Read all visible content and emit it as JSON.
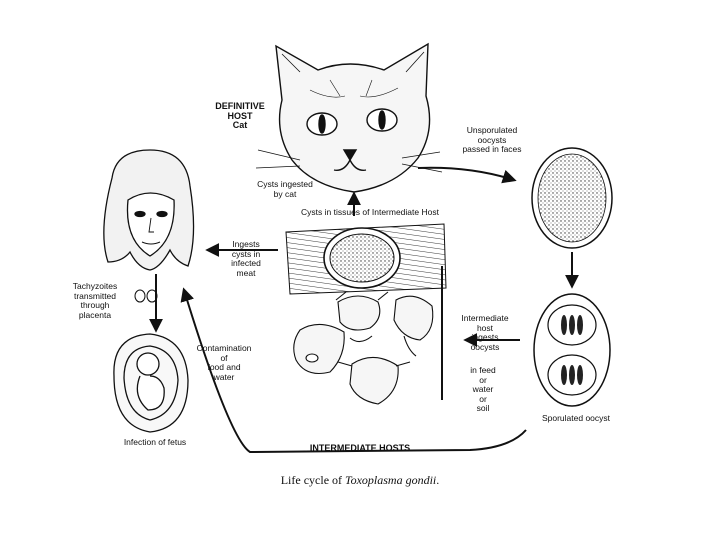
{
  "labels": {
    "definitive_host": "DEFINITIVE\nHOST\nCat",
    "unsporulated": "Unsporulated\noocysts\npassed in faces",
    "cysts_ingested": "Cysts ingested\nby cat",
    "cysts_in_tissues": "Cysts in tissues of Intermediate Host",
    "ingests_cysts": "Ingests\ncysts in\ninfected\nmeat",
    "tachyzoites": "Tachyzoites\ntransmitted\nthrough\nplacenta",
    "intermediate_host_ingests": "Intermediate\nhost\ningests\noocysts",
    "in_feed": "in feed\nor\nwater\nor\nsoil",
    "contamination": "Contamination\nof\nfood and\nwater",
    "sporulated": "Sporulated oocyst",
    "infection_fetus": "Infection of fetus",
    "intermediate_hosts": "INTERMEDIATE HOSTS"
  },
  "caption": {
    "prefix": "Life cycle of ",
    "species": "Toxoplasma gondii",
    "suffix": "."
  }
}
